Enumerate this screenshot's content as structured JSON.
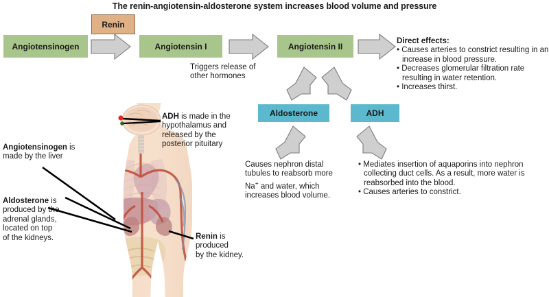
{
  "title": "The renin-angiotensin-aldosterone system increases blood volume and pressure",
  "boxes": {
    "angiotensinogen": "Angiotensinogen",
    "renin": "Renin",
    "angiotensin_i": "Angiotensin I",
    "angiotensin_ii": "Angiotensin II",
    "aldosterone": "Aldosterone",
    "adh": "ADH"
  },
  "colors": {
    "green_box": "#a8c58b",
    "tan_box": "#e0b087",
    "blue_box": "#5cb8cc",
    "arrow_fill": "#cfcfcf",
    "arrow_stroke": "#7a7a7a",
    "marker_red": "#e8251f",
    "marker_green": "#2f6b1e"
  },
  "annotations": {
    "triggers": {
      "line1": "Triggers release of",
      "line2": "other hormones"
    },
    "direct_effects": {
      "heading": "Direct effects:",
      "items": [
        "Causes arteries to constrict resulting in an increase in blood pressure.",
        "Decreases glomerular filtration rate resulting in water retention.",
        "Increases thirst."
      ]
    },
    "aldosterone_effect": {
      "line1": "Causes nephron distal",
      "line2": "tubules to reabsorb more",
      "line3_a": "Na",
      "line3_sup": "+",
      "line3_b": " and water, which",
      "line4": "increases blood volume."
    },
    "adh_effect": {
      "items": [
        "Mediates insertion of aquaporins into nephron collecting duct cells. As a result, more water is reabsorbed into the blood.",
        "Causes arteries to constrict."
      ]
    }
  },
  "body_labels": {
    "adh": {
      "bold": "ADH",
      "rest_line1": " is made in the",
      "line2": "hypothalamus and",
      "line3": "released by the",
      "line4": "posterior pituitary"
    },
    "angiotensinogen": {
      "bold": "Angiotensinogen",
      "rest_line1": " is",
      "line2": "made by the liver"
    },
    "aldosterone": {
      "bold": "Aldosterone",
      "rest_line1": " is",
      "line2": "produced by the",
      "line3": "adrenal glands,",
      "line4": "located on top",
      "line5": "of the kidneys."
    },
    "renin": {
      "bold": "Renin",
      "rest_line1": " is",
      "line2": "produced",
      "line3": "by the kidney."
    }
  },
  "figure": {
    "alt": "human-body-anatomy-illustration"
  }
}
